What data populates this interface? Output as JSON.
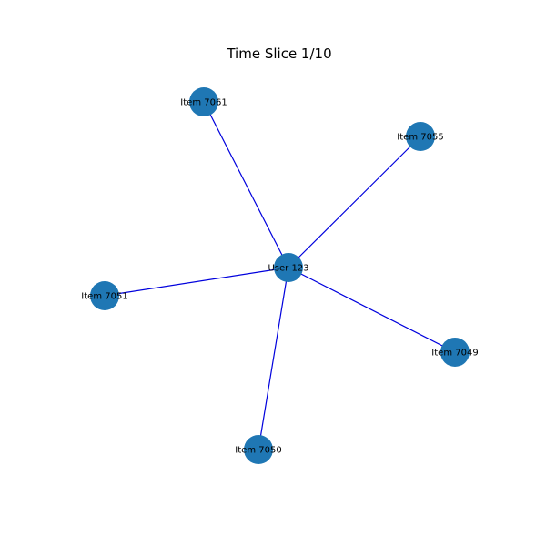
{
  "title": "Time Slice 1/10",
  "colors": {
    "node": "#1f77b4",
    "edge": "#0000dd",
    "background": "#ffffff"
  },
  "graph": {
    "nodes": [
      {
        "id": "user-123",
        "label": "User 123"
      },
      {
        "id": "item-7061",
        "label": "Item 7061"
      },
      {
        "id": "item-7055",
        "label": "Item 7055"
      },
      {
        "id": "item-7051",
        "label": "Item 7051"
      },
      {
        "id": "item-7049",
        "label": "Item 7049"
      },
      {
        "id": "item-7050",
        "label": "Item 7050"
      }
    ],
    "edges": [
      {
        "source": "user-123",
        "target": "item-7061"
      },
      {
        "source": "user-123",
        "target": "item-7055"
      },
      {
        "source": "user-123",
        "target": "item-7051"
      },
      {
        "source": "user-123",
        "target": "item-7049"
      },
      {
        "source": "user-123",
        "target": "item-7050"
      }
    ]
  }
}
